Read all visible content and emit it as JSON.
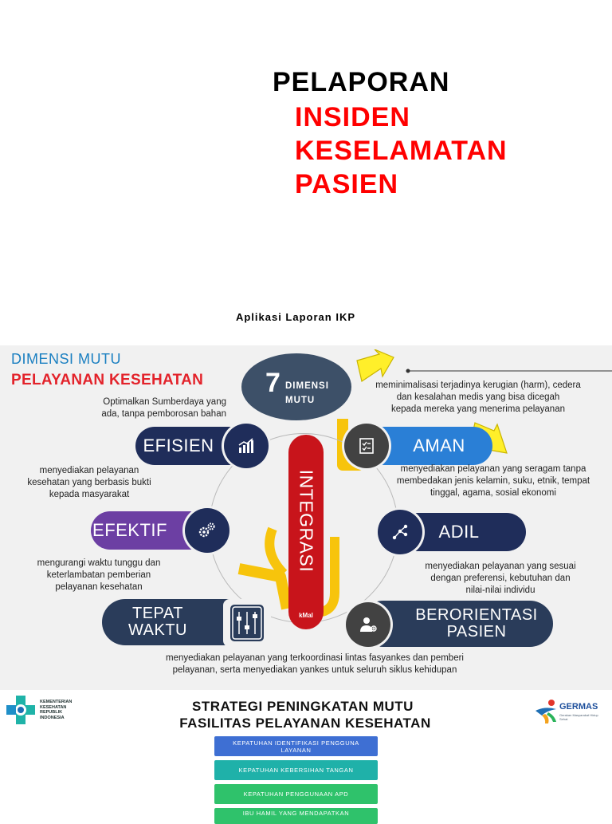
{
  "slide1": {
    "title_line1": "PELAPORAN",
    "title_line2": "INSIDEN",
    "title_line3": "KESELAMATAN",
    "title_line4": "PASIEN",
    "subtitle": "Aplikasi Laporan IKP"
  },
  "infographic": {
    "heading_line1": "DIMENSI MUTU",
    "heading_line2": "PELAYANAN KESEHATAN",
    "center_number": "7",
    "center_label_line1": "DIMENSI",
    "center_label_line2": "MUTU",
    "center_bar": "INTEGRASI",
    "center_logo": "kMal",
    "colors": {
      "navy": "#1f2d5a",
      "purple": "#6c3fa3",
      "blue": "#2a7fd6",
      "red": "#c8141b",
      "yellow": "#f7c40c"
    },
    "dimensions": {
      "efisien": {
        "label": "EFISIEN",
        "icon": "bar-chart-icon",
        "desc_line1": "Optimalkan Sumberdaya yang",
        "desc_line2": "ada, tanpa pemborosan bahan"
      },
      "aman": {
        "label": "AMAN",
        "icon": "checklist-icon",
        "desc_line1": "meminimalisasi terjadinya kerugian (harm), cedera",
        "desc_line2": "dan kesalahan medis yang bisa dicegah",
        "desc_line3": "kepada mereka yang menerima pelayanan"
      },
      "efektif": {
        "label": "EFEKTIF",
        "icon": "gears-icon",
        "desc_line1": "menyediakan pelayanan",
        "desc_line2": "kesehatan yang berbasis bukti",
        "desc_line3": "kepada masyarakat"
      },
      "adil": {
        "label": "ADIL",
        "icon": "network-icon",
        "desc_line1": "menyediakan pelayanan yang seragam tanpa",
        "desc_line2": "membedakan jenis kelamin, suku, etnik, tempat",
        "desc_line3": "tinggal, agama, sosial ekonomi"
      },
      "tepat_waktu": {
        "label_line1": "TEPAT",
        "label_line2": "WAKTU",
        "icon": "sliders-icon",
        "desc_line1": "mengurangi waktu tunggu dan",
        "desc_line2": "keterlambatan pemberian",
        "desc_line3": "pelayanan kesehatan"
      },
      "berorientasi_pasien": {
        "label_line1": "BERORIENTASI",
        "label_line2": "PASIEN",
        "icon": "patient-icon",
        "desc_line1": "menyediakan pelayanan yang sesuai",
        "desc_line2": "dengan preferensi, kebutuhan dan",
        "desc_line3": "nilai-nilai individu"
      }
    },
    "integrasi_desc_line1": "menyediakan pelayanan yang terkoordinasi lintas  fasyankes dan pemberi",
    "integrasi_desc_line2": "pelayanan, serta menyediakan  yankes untuk seluruh siklus kehidupan"
  },
  "strategy": {
    "title_line1": "STRATEGI PENINGKATAN MUTU",
    "title_line2": "FASILITAS PELAYANAN KESEHATAN",
    "kemenkes_line1": "KEMENTERIAN",
    "kemenkes_line2": "KESEHATAN",
    "kemenkes_line3": "REPUBLIK",
    "kemenkes_line4": "INDONESIA",
    "germas_label": "GERMAS",
    "germas_sub": "Gerakan Masyarakat Hidup Sehat",
    "items": [
      "KEPATUHAN IDENTIFIKASI PENGGUNA LAYANAN",
      "KEPATUHAN KEBERSIHAN TANGAN",
      "KEPATUHAN PENGGUNAAN APD",
      "IBU HAMIL YANG MENDAPATKAN"
    ]
  }
}
